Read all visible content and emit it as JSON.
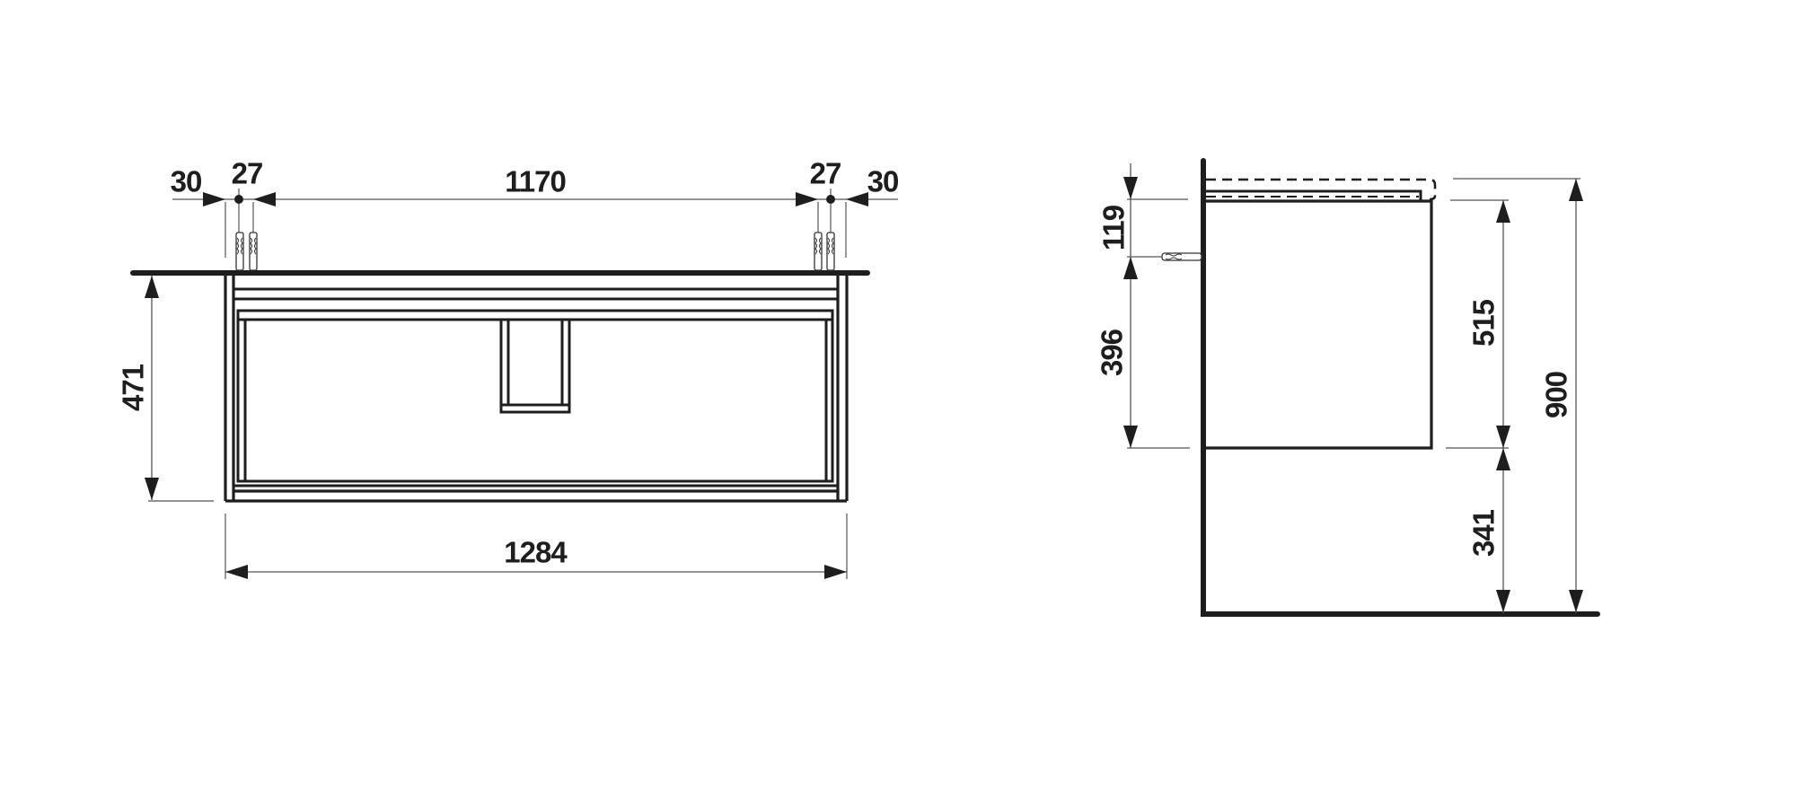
{
  "drawing": {
    "type": "technical dimension drawing",
    "units": "mm",
    "views": [
      "front-view",
      "side-view"
    ],
    "colors": {
      "line": "#1e1e1e",
      "dimension_line": "#555555",
      "background": "#ffffff"
    }
  },
  "front_view": {
    "dims": {
      "left_edge_offset": "30",
      "left_anchor_spacing": "27",
      "anchor_span": "1170",
      "right_anchor_spacing": "27",
      "right_edge_offset": "30",
      "height": "471",
      "width": "1284"
    }
  },
  "side_view": {
    "dims": {
      "top_to_anchor": "119",
      "anchor_to_bottom": "396",
      "cabinet_height": "515",
      "floor_clearance": "341",
      "total_height": "900"
    }
  }
}
